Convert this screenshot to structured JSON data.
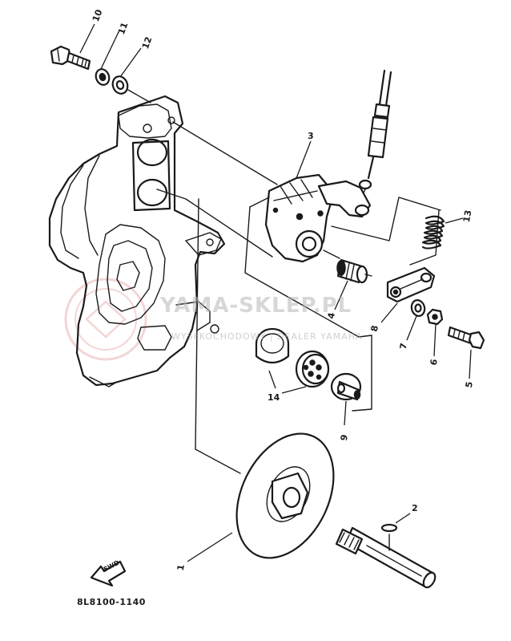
{
  "diagram": {
    "part_code": "8L8100-1140",
    "fwd_label": "FWD",
    "watermark": {
      "brand": "YAMA-SKLEP.PL",
      "tagline": "WYSŁKOCHODOWY  |  DEALER YAMAHA"
    },
    "callouts": {
      "c1": "1",
      "c2": "2",
      "c3": "3",
      "c4": "4",
      "c5": "5",
      "c6": "6",
      "c7": "7",
      "c8": "8",
      "c9": "9",
      "c10": "10",
      "c11": "11",
      "c12": "12",
      "c13": "13",
      "c14": "14"
    }
  }
}
